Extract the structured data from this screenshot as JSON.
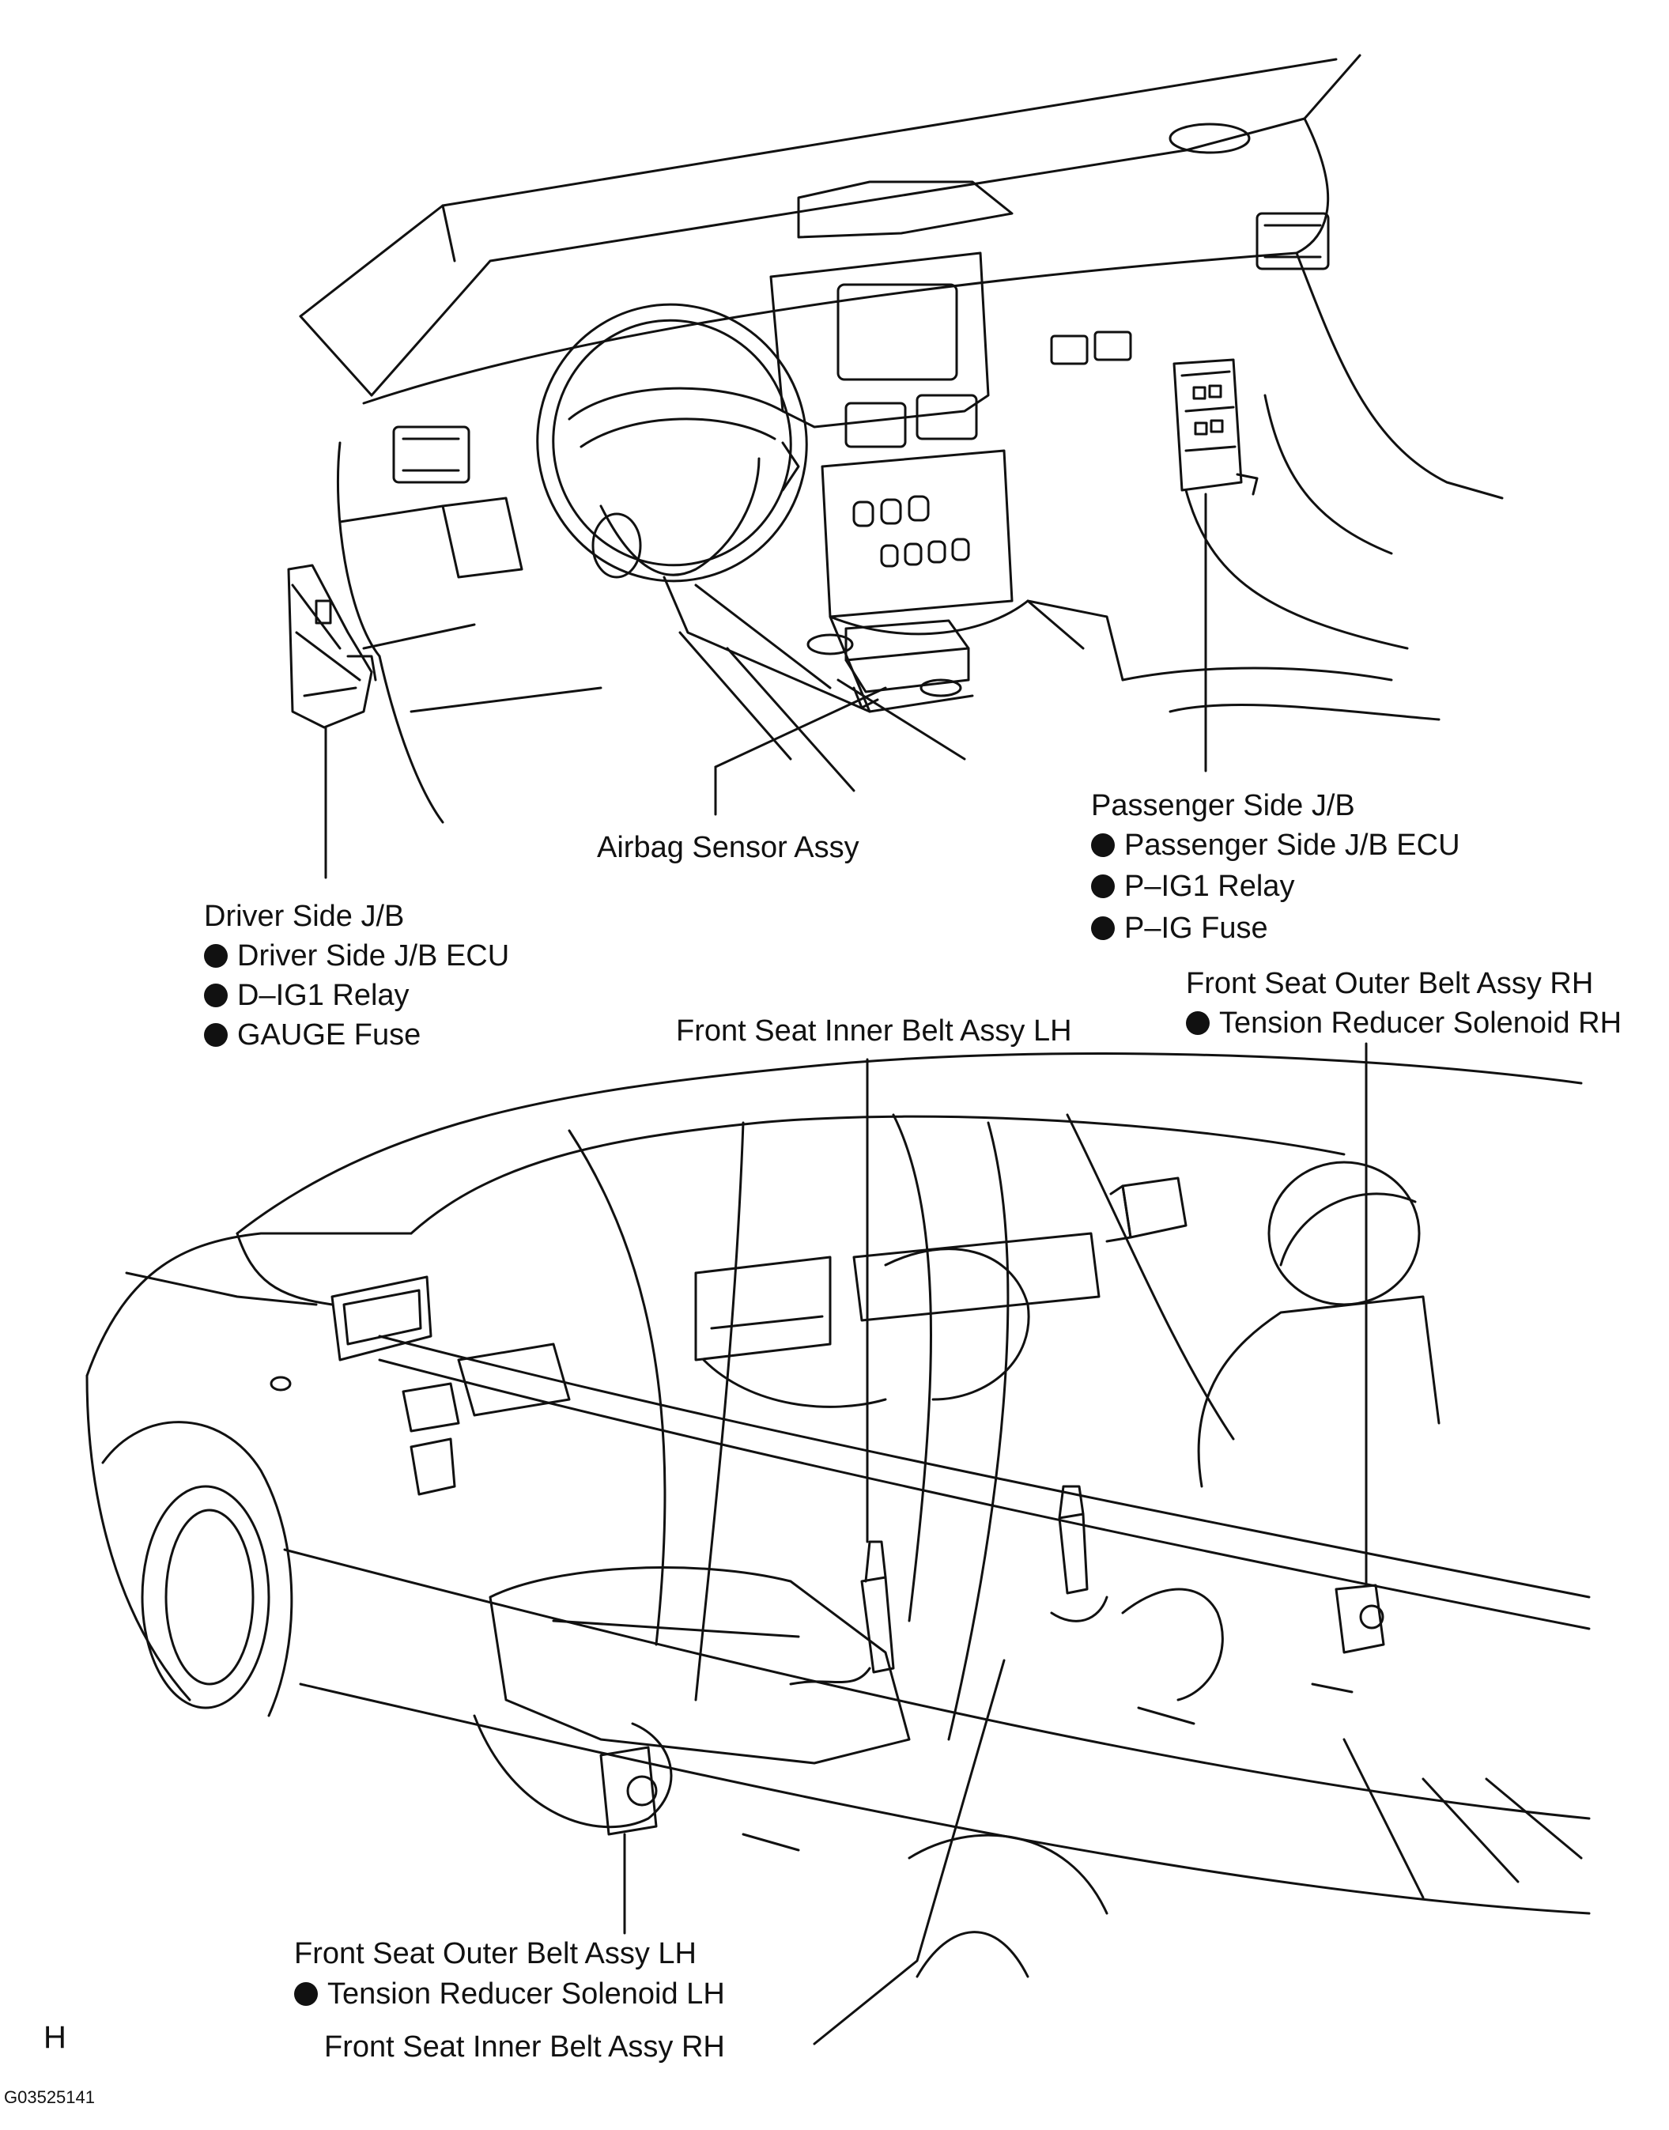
{
  "labels": {
    "driver_jb": {
      "title": "Driver Side J/B",
      "items": [
        "Driver Side J/B ECU",
        "D–IG1 Relay",
        "GAUGE Fuse"
      ]
    },
    "airbag_sensor": "Airbag Sensor Assy",
    "passenger_jb": {
      "title": "Passenger Side J/B",
      "items": [
        "Passenger Side J/B ECU",
        "P–IG1 Relay",
        "P–IG Fuse"
      ]
    },
    "outer_belt_rh": {
      "title": "Front Seat Outer Belt Assy RH",
      "items": [
        "Tension Reducer Solenoid RH"
      ]
    },
    "inner_belt_lh": "Front Seat Inner Belt Assy LH",
    "outer_belt_lh": {
      "title": "Front Seat Outer Belt Assy LH",
      "items": [
        "Tension Reducer Solenoid LH"
      ]
    },
    "inner_belt_rh": "Front Seat Inner Belt Assy RH"
  },
  "corner_letter": "H",
  "figure_code": "G03525141"
}
